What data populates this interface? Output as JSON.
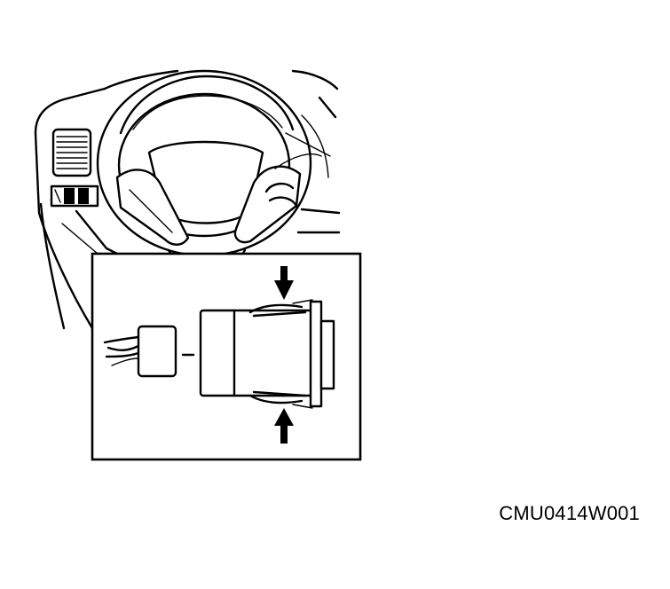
{
  "figure": {
    "reference_code": "CMU0414W001",
    "colors": {
      "ink": "#000000",
      "paper": "#ffffff"
    },
    "parts": [
      {
        "id": "steering-wheel",
        "icon": "steering-wheel-icon"
      },
      {
        "id": "dash-vent",
        "icon": "air-vent-icon"
      },
      {
        "id": "dash-switch",
        "icon": "switch-icon"
      },
      {
        "id": "detail-inset",
        "icon": "magnified-detail-icon"
      },
      {
        "id": "connector",
        "icon": "wire-connector-icon"
      },
      {
        "id": "switch-body",
        "icon": "switch-body-icon"
      },
      {
        "id": "retaining-clip-top",
        "icon": "arrow-down-icon"
      },
      {
        "id": "retaining-clip-bottom",
        "icon": "arrow-up-icon"
      }
    ]
  }
}
